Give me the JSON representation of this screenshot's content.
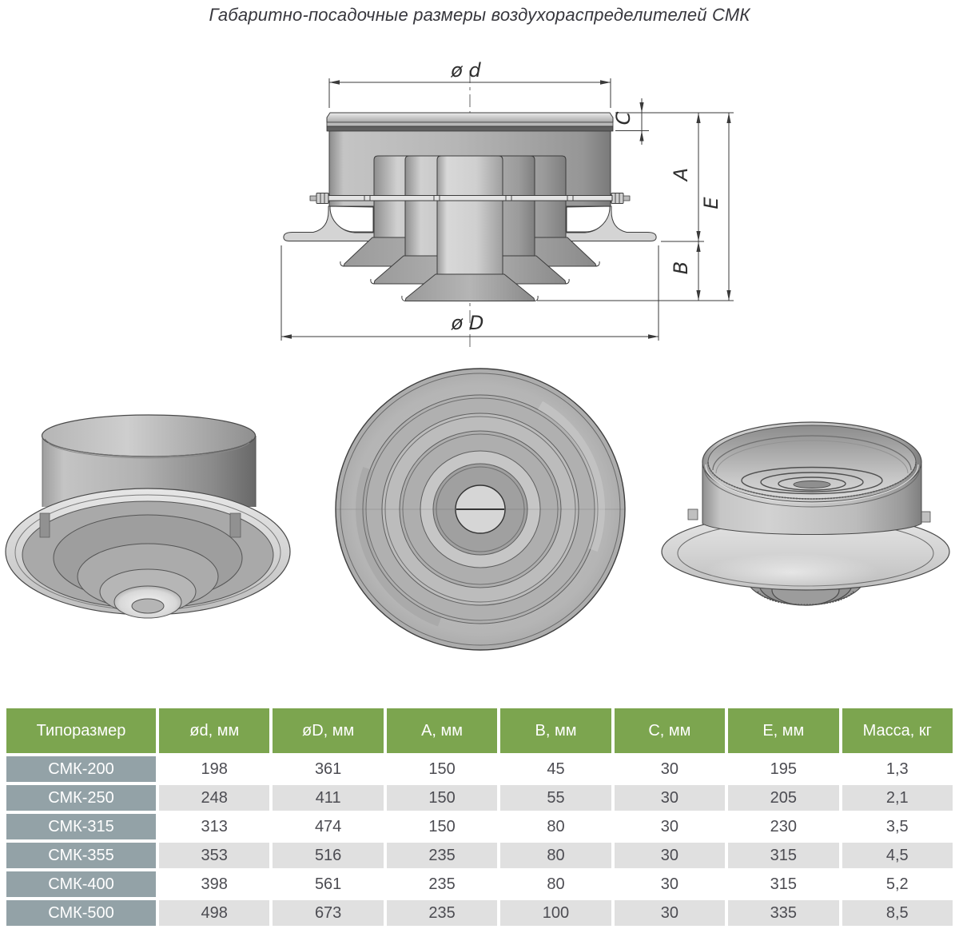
{
  "title": "Габаритно-посадочные размеры воздухораспределителей СМК",
  "drawing": {
    "labels": {
      "d_top": "ø d",
      "D_bottom": "ø D",
      "A": "A",
      "B": "B",
      "C": "C",
      "E": "E"
    }
  },
  "table": {
    "headers": [
      "Типоразмер",
      "ød, мм",
      "øD, мм",
      "A, мм",
      "B, мм",
      "C, мм",
      "E, мм",
      "Масса, кг"
    ],
    "rows": [
      {
        "name": "СМК-200",
        "values": [
          "198",
          "361",
          "150",
          "45",
          "30",
          "195",
          "1,3"
        ]
      },
      {
        "name": "СМК-250",
        "values": [
          "248",
          "411",
          "150",
          "55",
          "30",
          "205",
          "2,1"
        ]
      },
      {
        "name": "СМК-315",
        "values": [
          "313",
          "474",
          "150",
          "80",
          "30",
          "230",
          "3,5"
        ]
      },
      {
        "name": "СМК-355",
        "values": [
          "353",
          "516",
          "235",
          "80",
          "30",
          "315",
          "4,5"
        ]
      },
      {
        "name": "СМК-400",
        "values": [
          "398",
          "561",
          "235",
          "80",
          "30",
          "315",
          "5,2"
        ]
      },
      {
        "name": "СМК-500",
        "values": [
          "498",
          "673",
          "235",
          "100",
          "30",
          "335",
          "8,5"
        ]
      }
    ]
  },
  "colors": {
    "header_green": "#7CA54F",
    "row_label_slate": "#93A2A7",
    "row_alt_gray": "#E0E0E0",
    "line_dark": "#3a3a3a"
  }
}
